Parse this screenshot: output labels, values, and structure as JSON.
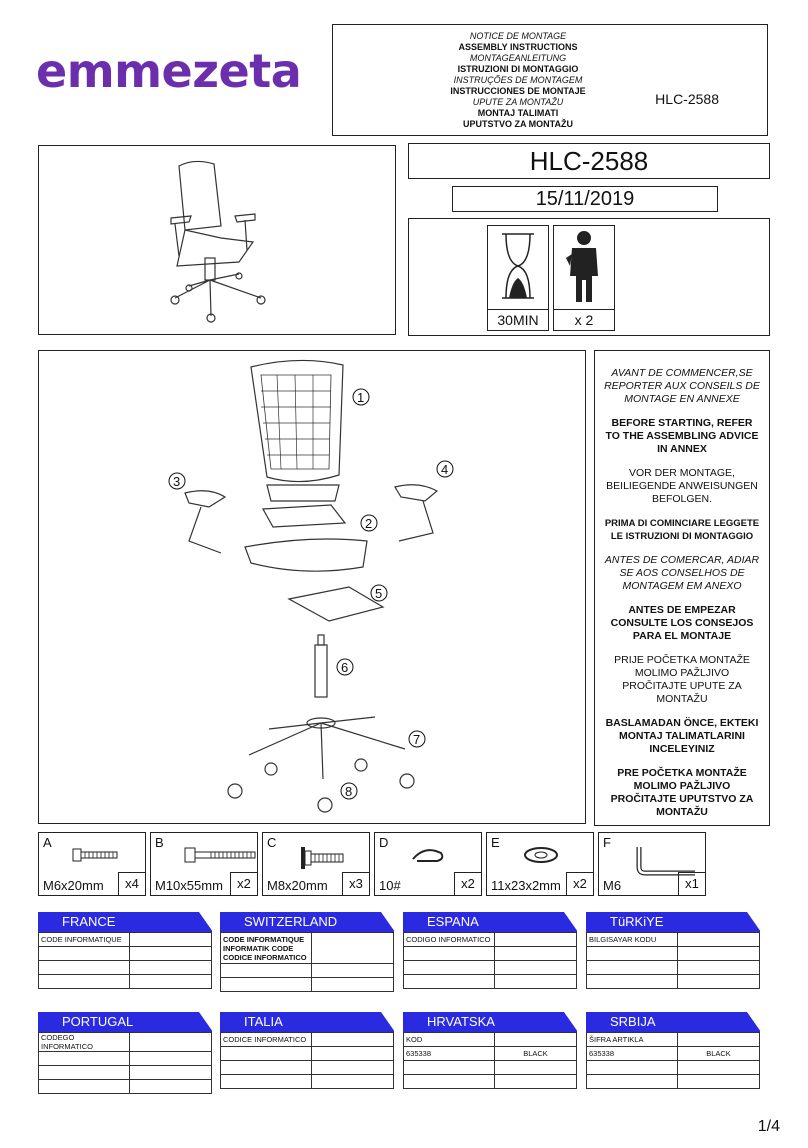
{
  "brand": "emmezeta",
  "notice": {
    "lines": [
      {
        "text": "NOTICE DE MONTAGE",
        "style": "it"
      },
      {
        "text": "ASSEMBLY INSTRUCTIONS",
        "style": "bd"
      },
      {
        "text": "MONTAGEANLEITUNG",
        "style": "it"
      },
      {
        "text": "ISTRUZIONI DI MONTAGGIO",
        "style": "bd"
      },
      {
        "text": "INSTRUÇÕES DE MONTAGEM",
        "style": "it"
      },
      {
        "text": "INSTRUCCIONES DE MONTAJE",
        "style": "bd"
      },
      {
        "text": "UPUTE ZA MONTAŽU",
        "style": "it"
      },
      {
        "text": "MONTAJ TALIMATI",
        "style": "bd"
      },
      {
        "text": "UPUTSTVO ZA MONTAŽU",
        "style": "bd"
      }
    ],
    "model": "HLC-2588"
  },
  "model_title": "HLC-2588",
  "date": "15/11/2019",
  "time_label": "30MIN",
  "persons_label": "x 2",
  "parts": [
    "1",
    "2",
    "3",
    "4",
    "5",
    "6",
    "7",
    "8"
  ],
  "advice": [
    {
      "text": "AVANT DE COMMENCER,SE REPORTER AUX CONSEILS DE MONTAGE EN ANNEXE",
      "style": "it big"
    },
    {
      "text": "BEFORE STARTING, REFER TO THE ASSEMBLING ADVICE IN ANNEX",
      "style": "bd big"
    },
    {
      "text": "VOR DER MONTAGE, BEILIEGENDE ANWEISUNGEN BEFOLGEN.",
      "style": "big"
    },
    {
      "text": "PRIMA DI COMINCIARE LEGGETE LE ISTRUZIONI DI MONTAGGIO",
      "style": "bd"
    },
    {
      "text": "ANTES DE COMERCAR, ADIAR SE AOS CONSELHOS DE MONTAGEM EM ANEXO",
      "style": "it big"
    },
    {
      "text": "ANTES DE EMPEZAR CONSULTE LOS CONSEJOS PARA EL MONTAJE",
      "style": "bd big"
    },
    {
      "text": "PRIJE POČETKA MONTAŽE MOLIMO PAŽLJIVO PROČITAJTE UPUTE ZA MONTAŽU",
      "style": "big"
    },
    {
      "text": "BASLAMADAN ÖNCE, EKTEKI MONTAJ TALIMATLARINI INCELEYINIZ",
      "style": "bd big"
    },
    {
      "text": "PRE POČETKA MONTAŽE MOLIMO PAŽLJIVO PROČITAJTE UPUTSTVO ZA MONTAŽU",
      "style": "bd big"
    }
  ],
  "hardware": [
    {
      "letter": "A",
      "name": "M6x20mm",
      "qty": "x4"
    },
    {
      "letter": "B",
      "name": "M10x55mm",
      "qty": "x2"
    },
    {
      "letter": "C",
      "name": "M8x20mm",
      "qty": "x3"
    },
    {
      "letter": "D",
      "name": "10#",
      "qty": "x2"
    },
    {
      "letter": "E",
      "name": "11x23x2mm",
      "qty": "x2"
    },
    {
      "letter": "F",
      "name": "M6",
      "qty": "x1"
    }
  ],
  "countries": [
    {
      "name": "FRANCE",
      "rows": [
        [
          "CODE INFORMATIQUE",
          ""
        ],
        [
          "",
          ""
        ],
        [
          "",
          ""
        ],
        [
          "",
          ""
        ]
      ]
    },
    {
      "name": "SWITZERLAND",
      "rows": [
        [
          "CODE INFORMATIQUE\nINFORMATIK CODE\nCODICE INFORMATICO",
          ""
        ],
        [
          "",
          ""
        ],
        [
          "",
          ""
        ]
      ]
    },
    {
      "name": "ESPANA",
      "rows": [
        [
          "CODIGO INFORMATICO",
          ""
        ],
        [
          "",
          ""
        ],
        [
          "",
          ""
        ],
        [
          "",
          ""
        ]
      ]
    },
    {
      "name": "TüRKiYE",
      "rows": [
        [
          "BILGISAYAR KODU",
          ""
        ],
        [
          "",
          ""
        ],
        [
          "",
          ""
        ],
        [
          "",
          ""
        ]
      ]
    },
    {
      "name": "PORTUGAL",
      "rows": [
        [
          "CODEGO INFORMATICO",
          ""
        ],
        [
          "",
          ""
        ],
        [
          "",
          ""
        ],
        [
          "",
          ""
        ]
      ]
    },
    {
      "name": "ITALIA",
      "rows": [
        [
          "CODICE INFORMATICO",
          ""
        ],
        [
          "",
          ""
        ],
        [
          "",
          ""
        ],
        [
          "",
          ""
        ]
      ]
    },
    {
      "name": "HRVATSKA",
      "rows": [
        [
          "KOD",
          ""
        ],
        [
          "635338",
          "BLACK"
        ],
        [
          "",
          ""
        ],
        [
          "",
          ""
        ]
      ]
    },
    {
      "name": "SRBIJA",
      "rows": [
        [
          "ŠIFRA ARTIKLA",
          ""
        ],
        [
          "635338",
          "BLACK"
        ],
        [
          "",
          ""
        ],
        [
          "",
          ""
        ]
      ]
    }
  ],
  "page": "1/4"
}
